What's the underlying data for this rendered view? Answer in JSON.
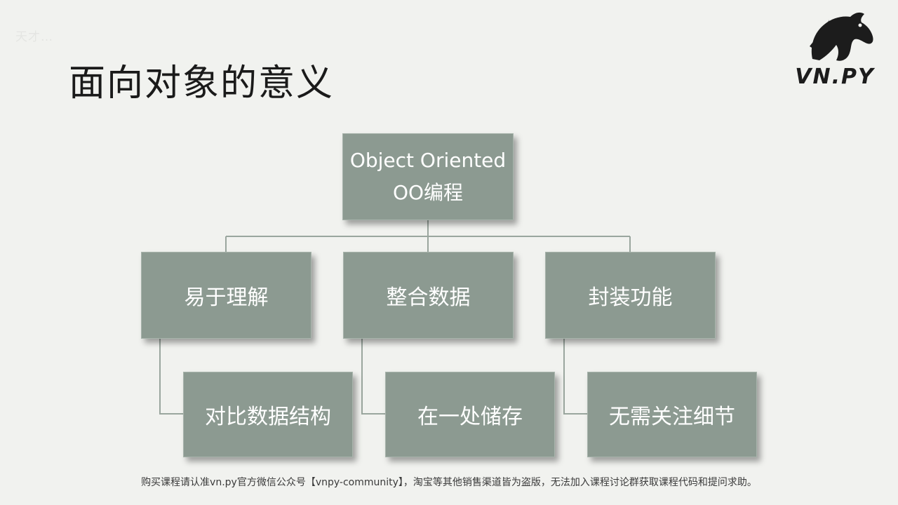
{
  "watermark": "天才…",
  "slide": {
    "title": "面向对象的意义",
    "logo_text": "VN.PY",
    "footer": "购买课程请认准vn.py官方微信公众号【vnpy-community】，淘宝等其他销售渠道皆为盗版，无法加入课程讨论群获取课程代码和提问求助。"
  },
  "diagram": {
    "root": {
      "line1": "Object Oriented",
      "line2": "OO编程"
    },
    "branches": [
      {
        "label": "易于理解",
        "child": "对比数据结构"
      },
      {
        "label": "整合数据",
        "child": "在一处储存"
      },
      {
        "label": "封装功能",
        "child": "无需关注细节"
      }
    ]
  },
  "colors": {
    "box_fill": "#8c9a91",
    "connector": "#9aa69e",
    "background": "#f1f2ef"
  }
}
